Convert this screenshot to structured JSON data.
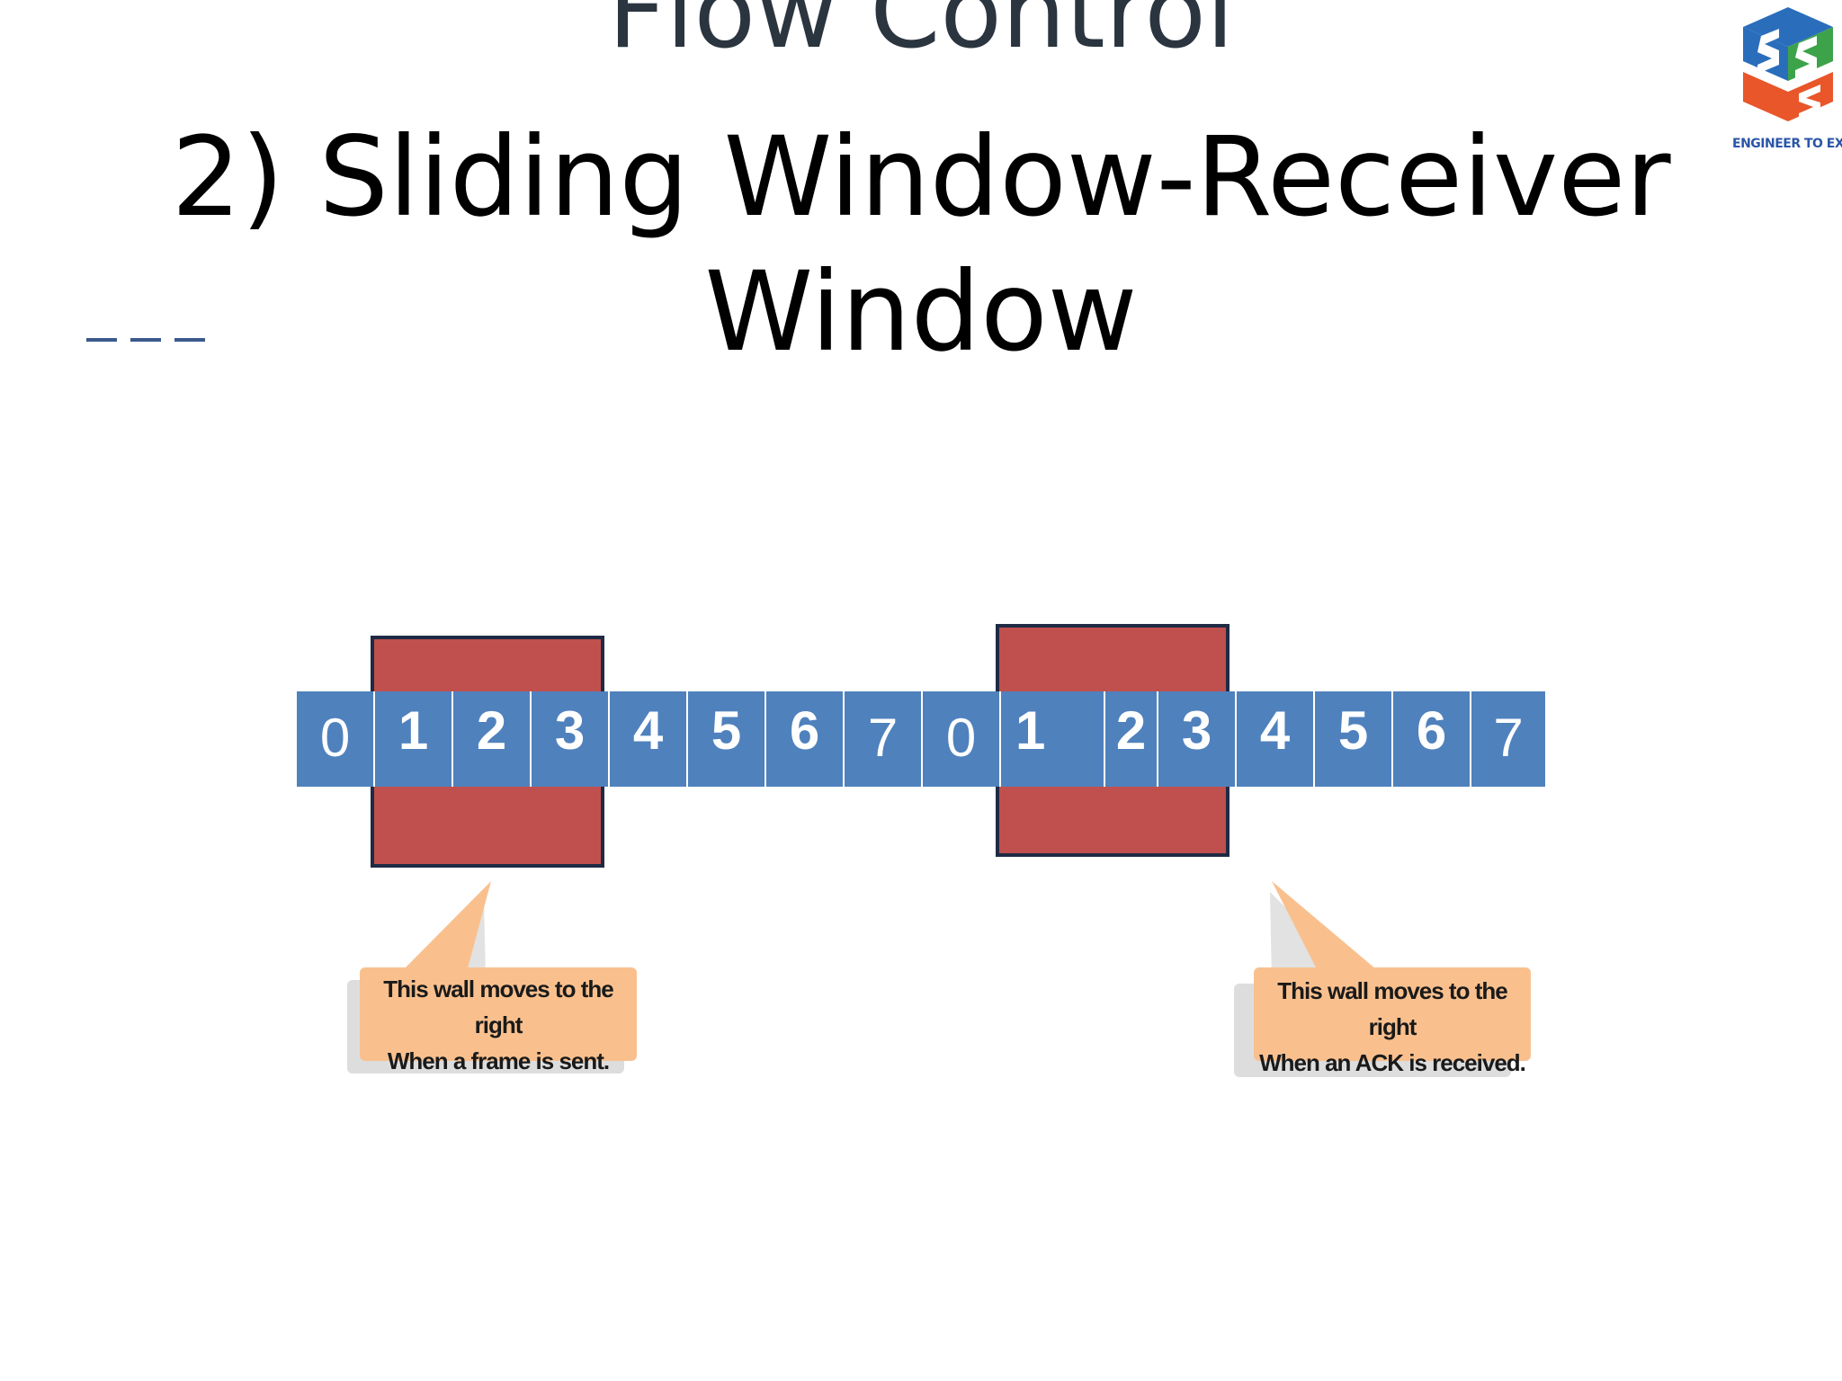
{
  "title": {
    "line1": "Flow Control",
    "line2": "2) Sliding Window-Receiver",
    "line3": "Window"
  },
  "logo": {
    "tagline": "ENGINEER TO EXCEL",
    "colors": [
      "#2a6ebb",
      "#3ca34a",
      "#e8562a"
    ]
  },
  "diagram": {
    "frames": [
      "0",
      "1",
      "2",
      "3",
      "4",
      "5",
      "6",
      "7",
      "0",
      "1",
      "2",
      "3",
      "4",
      "5",
      "6",
      "7"
    ],
    "frame_color": "#4f81bd",
    "wall_color": "#c0504d",
    "callouts": [
      {
        "line1": "This wall moves to the right",
        "line2": "When a frame is sent."
      },
      {
        "line1": "This wall moves to the right",
        "line2": "When an ACK is received."
      }
    ],
    "callout_color": "#f9c08e"
  }
}
